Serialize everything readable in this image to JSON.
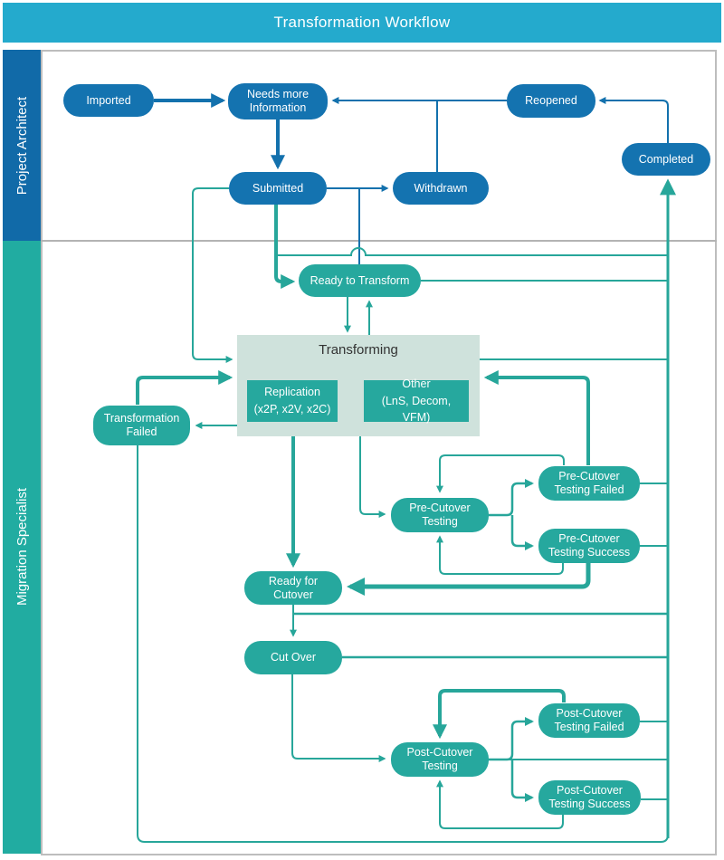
{
  "header": {
    "title": "Transformation Workflow"
  },
  "lanes": {
    "project_architect": "Project Architect",
    "migration_specialist": "Migration Specialist"
  },
  "colors": {
    "header_bg": "#24aacd",
    "architect_lane": "#116aa8",
    "specialist_lane": "#21aca1",
    "architect_node": "#1473b0",
    "specialist_node": "#26a89e",
    "architect_edge": "#1371ad",
    "specialist_edge": "#27a69a",
    "transforming_group_bg": "#cfe2dc",
    "divider": "#b3b3b3"
  },
  "nodes": {
    "imported": "Imported",
    "needs_more_info": "Needs more Information",
    "reopened": "Reopened",
    "completed": "Completed",
    "submitted": "Submitted",
    "withdrawn": "Withdrawn",
    "ready_to_transform": "Ready to Transform",
    "transforming": "Transforming",
    "replication": {
      "label": "Replication",
      "sub": "(x2P, x2V, x2C)"
    },
    "other": {
      "label": "Other",
      "sub": "(LnS, Decom, VFM)"
    },
    "transformation_failed": "Transformation Failed",
    "pre_cutover_testing": "Pre-Cutover Testing",
    "pre_cutover_testing_failed": "Pre-Cutover Testing Failed",
    "pre_cutover_testing_success": "Pre-Cutover Testing Success",
    "ready_for_cutover": "Ready for Cutover",
    "cut_over": "Cut Over",
    "post_cutover_testing": "Post-Cutover Testing",
    "post_cutover_testing_failed": "Post-Cutover Testing Failed",
    "post_cutover_testing_success": "Post-Cutover Testing Success"
  },
  "edges": [
    {
      "from": "Imported",
      "to": "Needs more Information"
    },
    {
      "from": "Needs more Information",
      "to": "Submitted"
    },
    {
      "from": "Reopened",
      "to": "Needs more Information"
    },
    {
      "from": "Withdrawn",
      "to": "Needs more Information"
    },
    {
      "from": "Submitted",
      "to": "Withdrawn"
    },
    {
      "from": "Submitted",
      "to": "Ready to Transform"
    },
    {
      "from": "Submitted",
      "to": "Transforming"
    },
    {
      "from": "Completed",
      "to": "Reopened"
    },
    {
      "from": "Ready to Transform",
      "to": "Transforming"
    },
    {
      "from": "Transforming",
      "to": "Ready to Transform"
    },
    {
      "from": "Transformation Failed",
      "to": "Transforming"
    },
    {
      "from": "Transforming",
      "to": "Transformation Failed"
    },
    {
      "from": "Transforming",
      "to": "Pre-Cutover Testing"
    },
    {
      "from": "Pre-Cutover Testing",
      "to": "Pre-Cutover Testing Failed"
    },
    {
      "from": "Pre-Cutover Testing",
      "to": "Pre-Cutover Testing Success"
    },
    {
      "from": "Pre-Cutover Testing Failed",
      "to": "Pre-Cutover Testing"
    },
    {
      "from": "Pre-Cutover Testing Failed",
      "to": "Transforming"
    },
    {
      "from": "Pre-Cutover Testing Success",
      "to": "Pre-Cutover Testing"
    },
    {
      "from": "Pre-Cutover Testing Success",
      "to": "Ready for Cutover"
    },
    {
      "from": "Transforming",
      "to": "Ready for Cutover"
    },
    {
      "from": "Ready for Cutover",
      "to": "Cut Over"
    },
    {
      "from": "Cut Over",
      "to": "Post-Cutover Testing"
    },
    {
      "from": "Post-Cutover Testing",
      "to": "Post-Cutover Testing Failed"
    },
    {
      "from": "Post-Cutover Testing",
      "to": "Post-Cutover Testing Success"
    },
    {
      "from": "Post-Cutover Testing Failed",
      "to": "Post-Cutover Testing"
    },
    {
      "from": "Post-Cutover Testing Success",
      "to": "Post-Cutover Testing"
    },
    {
      "from": "Post-Cutover Testing Success",
      "to": "Completed"
    }
  ]
}
